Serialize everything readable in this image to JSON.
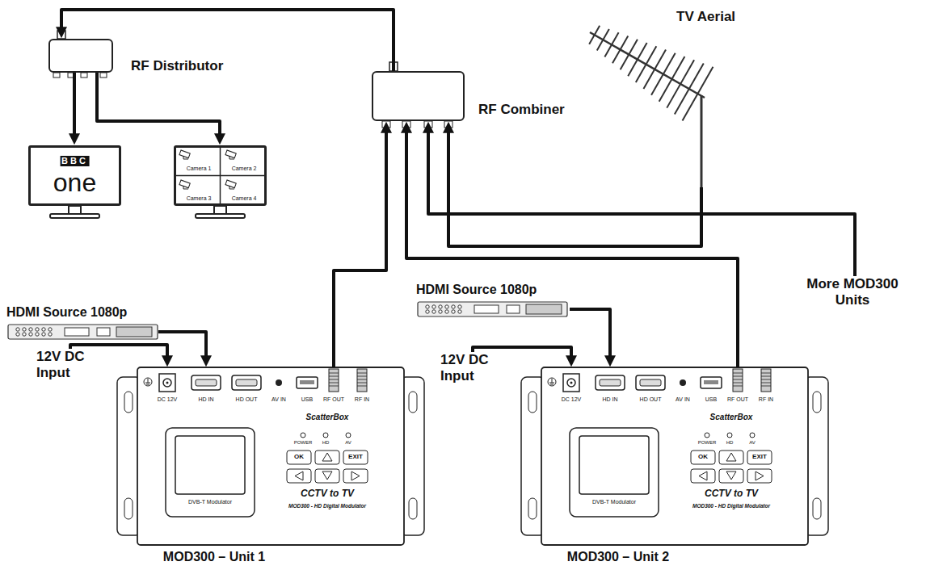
{
  "diagram": {
    "nodes": [
      {
        "text": [
          "RF Distributor"
        ]
      },
      {
        "text": [
          "RF Combiner"
        ]
      },
      {
        "text": [
          "TV Aerial"
        ]
      },
      {
        "text": [
          "BBC",
          "one"
        ]
      },
      {
        "text": [
          "Camera 1",
          "Camera 2",
          "Camera 3",
          "Camera 4"
        ]
      },
      {
        "text": [
          "HDMI Source 1080p"
        ]
      },
      {
        "text": [
          "HDMI Source 1080p"
        ]
      },
      {
        "text": [
          "12V DC Input"
        ]
      },
      {
        "text": [
          "12V DC Input"
        ]
      },
      {
        "text": [
          "MOD300 – Unit 1",
          "DC 12V",
          "HD IN",
          "HD OUT",
          "AV IN",
          "USB",
          "RF OUT",
          "RF IN",
          "ScatterBox",
          "POWER",
          "HD",
          "AV",
          "OK",
          "EXIT",
          "CCTV to TV",
          "MOD300 - HD Digital Modulator",
          "DVB-T Modulator"
        ]
      },
      {
        "text": [
          "MOD300 – Unit 2",
          "DC 12V",
          "HD IN",
          "HD OUT",
          "AV IN",
          "USB",
          "RF OUT",
          "RF IN",
          "ScatterBox",
          "POWER",
          "HD",
          "AV",
          "OK",
          "EXIT",
          "CCTV to TV",
          "MOD300 - HD Digital Modulator",
          "DVB-T Modulator"
        ]
      },
      {
        "text": [
          "More MOD300 Units"
        ]
      }
    ],
    "edges": [
      {
        "from": 1,
        "to": 0,
        "arrow": "to"
      },
      {
        "from": 0,
        "to": 3,
        "arrow": "to"
      },
      {
        "from": 0,
        "to": 4,
        "arrow": "to"
      },
      {
        "from": 5,
        "to": 9,
        "arrow": "to"
      },
      {
        "from": 7,
        "to": 9,
        "arrow": "to"
      },
      {
        "from": 9,
        "to": 1,
        "arrow": "to"
      },
      {
        "from": 10,
        "to": 1,
        "arrow": "to"
      },
      {
        "from": 11,
        "to": 1,
        "arrow": "to"
      },
      {
        "from": 2,
        "to": 1,
        "arrow": "to"
      },
      {
        "from": 6,
        "to": 10,
        "arrow": "to"
      },
      {
        "from": 8,
        "to": 10,
        "arrow": "to"
      }
    ]
  }
}
